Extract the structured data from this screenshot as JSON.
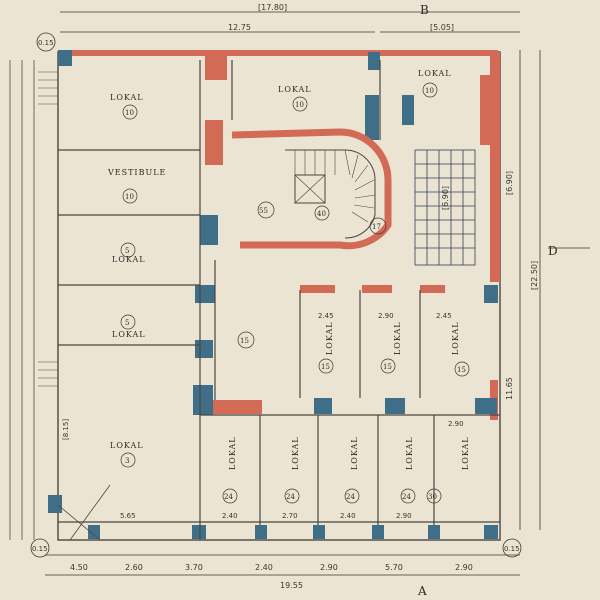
{
  "colors": {
    "paper": "#ece4d2",
    "ink": "#3a3530",
    "wall_red": "#d36a55",
    "wall_blue": "#3f6f88",
    "window_grid": "#2d3f55"
  },
  "top_dims": {
    "overall": "[17.80]",
    "left": "12.75",
    "right": "[5.05]"
  },
  "bottom_dims": {
    "overall": "19.55",
    "segments": [
      "4.50",
      "2.60",
      "3.70",
      "2.40",
      "2.90",
      "5.70",
      "2.90"
    ]
  },
  "right_dims": {
    "overall": "[22.50]",
    "upper": "[6.90]",
    "lower": "11.65"
  },
  "left_dims": {
    "b": "[8.15]"
  },
  "markers": {
    "top": "B",
    "bottom": "A",
    "right": "D"
  },
  "corner_labels": {
    "tl": "0.15",
    "bl": "0.15",
    "br": "0.15"
  },
  "rooms": [
    {
      "id": "r1",
      "label": "LOKAL",
      "num": "10"
    },
    {
      "id": "r2",
      "label": "LOKAL",
      "num": "10"
    },
    {
      "id": "r3",
      "label": "LOKAL",
      "num": "10"
    },
    {
      "id": "r4",
      "label": "VESTIBULE",
      "num": "10"
    },
    {
      "id": "r5",
      "label": "LOKAL",
      "num": "5"
    },
    {
      "id": "r6",
      "label": "LOKAL",
      "num": "5"
    },
    {
      "id": "r7",
      "label": "LOKAL",
      "num": "3"
    },
    {
      "id": "r8",
      "label": "",
      "num": "55"
    },
    {
      "id": "r9",
      "label": "",
      "num": "17"
    },
    {
      "id": "r10",
      "label": "",
      "num": "15"
    },
    {
      "id": "r11",
      "label": "LOKAL",
      "num": "15"
    },
    {
      "id": "r12",
      "label": "LOKAL",
      "num": "15"
    },
    {
      "id": "r13",
      "label": "LOKAL",
      "num": "15"
    },
    {
      "id": "r14",
      "label": "LOKAL",
      "num": "24"
    },
    {
      "id": "r15",
      "label": "LOKAL",
      "num": "24"
    },
    {
      "id": "r16",
      "label": "LOKAL",
      "num": "24"
    },
    {
      "id": "r17",
      "label": "LOKAL",
      "num": "24"
    },
    {
      "id": "r18",
      "label": "LOKAL",
      "num": "30"
    }
  ],
  "stair_labels": {
    "stair_num": "40",
    "light_well": "[6.90]"
  },
  "inner_dims": [
    "5.65",
    "2.40",
    "2.70",
    "2.40",
    "2.90",
    "2.45",
    "2.90",
    "2.45",
    "2.90"
  ]
}
